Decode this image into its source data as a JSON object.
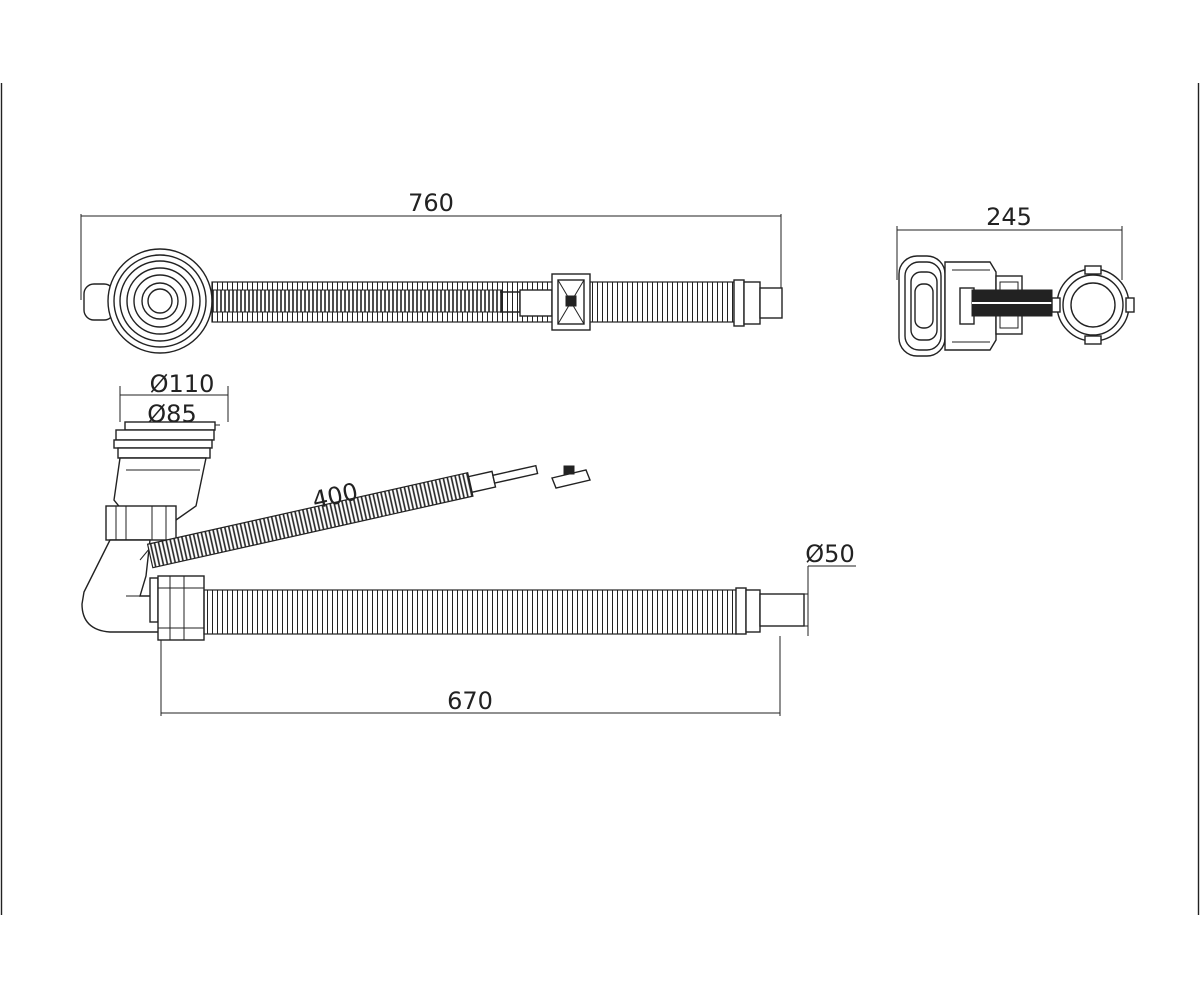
{
  "dimensions": {
    "overall_length": "760",
    "width": "245",
    "outlet_diameter_outer": "Ø110",
    "outlet_diameter_inner": "Ø85",
    "overflow_hose_length": "400",
    "pipe_diameter": "Ø50",
    "waste_hose_length": "670"
  },
  "colors": {
    "line": "#222222",
    "background": "#ffffff"
  }
}
